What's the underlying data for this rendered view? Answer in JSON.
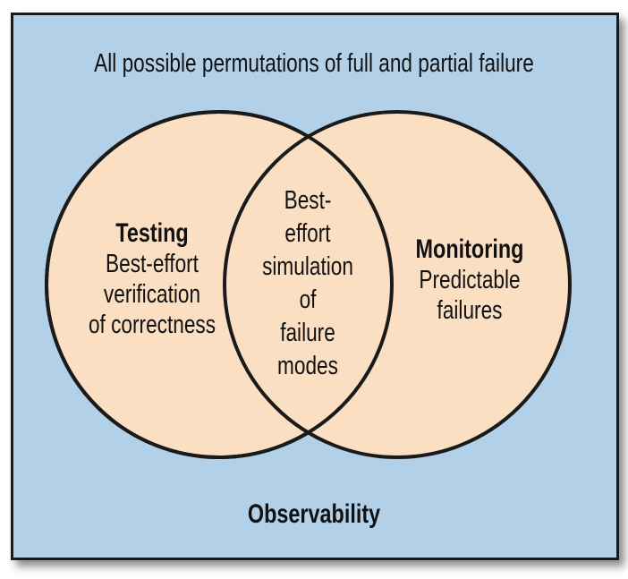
{
  "diagram": {
    "outer_label": "Observability",
    "caption": "All possible permutations of full and partial failure",
    "left_circle": {
      "title": "Testing",
      "lines": [
        "Best-effort",
        "verification",
        "of correctness"
      ]
    },
    "right_circle": {
      "title": "Monitoring",
      "lines": [
        "Predictable",
        "failures"
      ]
    },
    "overlap": {
      "lines": [
        "Best-",
        "effort",
        "simulation",
        "of",
        "failure",
        "modes"
      ]
    }
  },
  "colors": {
    "background_box": "#b2d1e9",
    "circle_fill": "#fbdfc2",
    "outline": "#1a1a1a"
  }
}
